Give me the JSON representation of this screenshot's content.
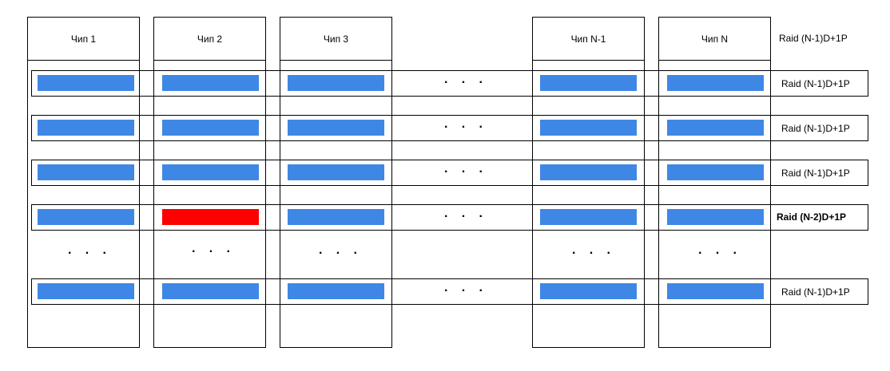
{
  "chips": [
    {
      "label": "Чип 1"
    },
    {
      "label": "Чип 2"
    },
    {
      "label": "Чип 3"
    },
    {
      "label": "Чип N-1"
    },
    {
      "label": "Чип N"
    }
  ],
  "header_raid_label": "Raid (N-1)D+1P",
  "ellipsis": "· · ·",
  "colors": {
    "data_block": "#3f87e5",
    "failed_block": "#ff0000",
    "border": "#000000"
  },
  "stripes": [
    {
      "raid": "Raid (N-1)D+1P",
      "bold": false,
      "failed_chip_index": null
    },
    {
      "raid": "Raid (N-1)D+1P",
      "bold": false,
      "failed_chip_index": null
    },
    {
      "raid": "Raid (N-1)D+1P",
      "bold": false,
      "failed_chip_index": null
    },
    {
      "raid": "Raid (N-2)D+1P",
      "bold": true,
      "failed_chip_index": 1
    },
    {
      "raid": "Raid (N-1)D+1P",
      "bold": false,
      "failed_chip_index": null
    }
  ]
}
